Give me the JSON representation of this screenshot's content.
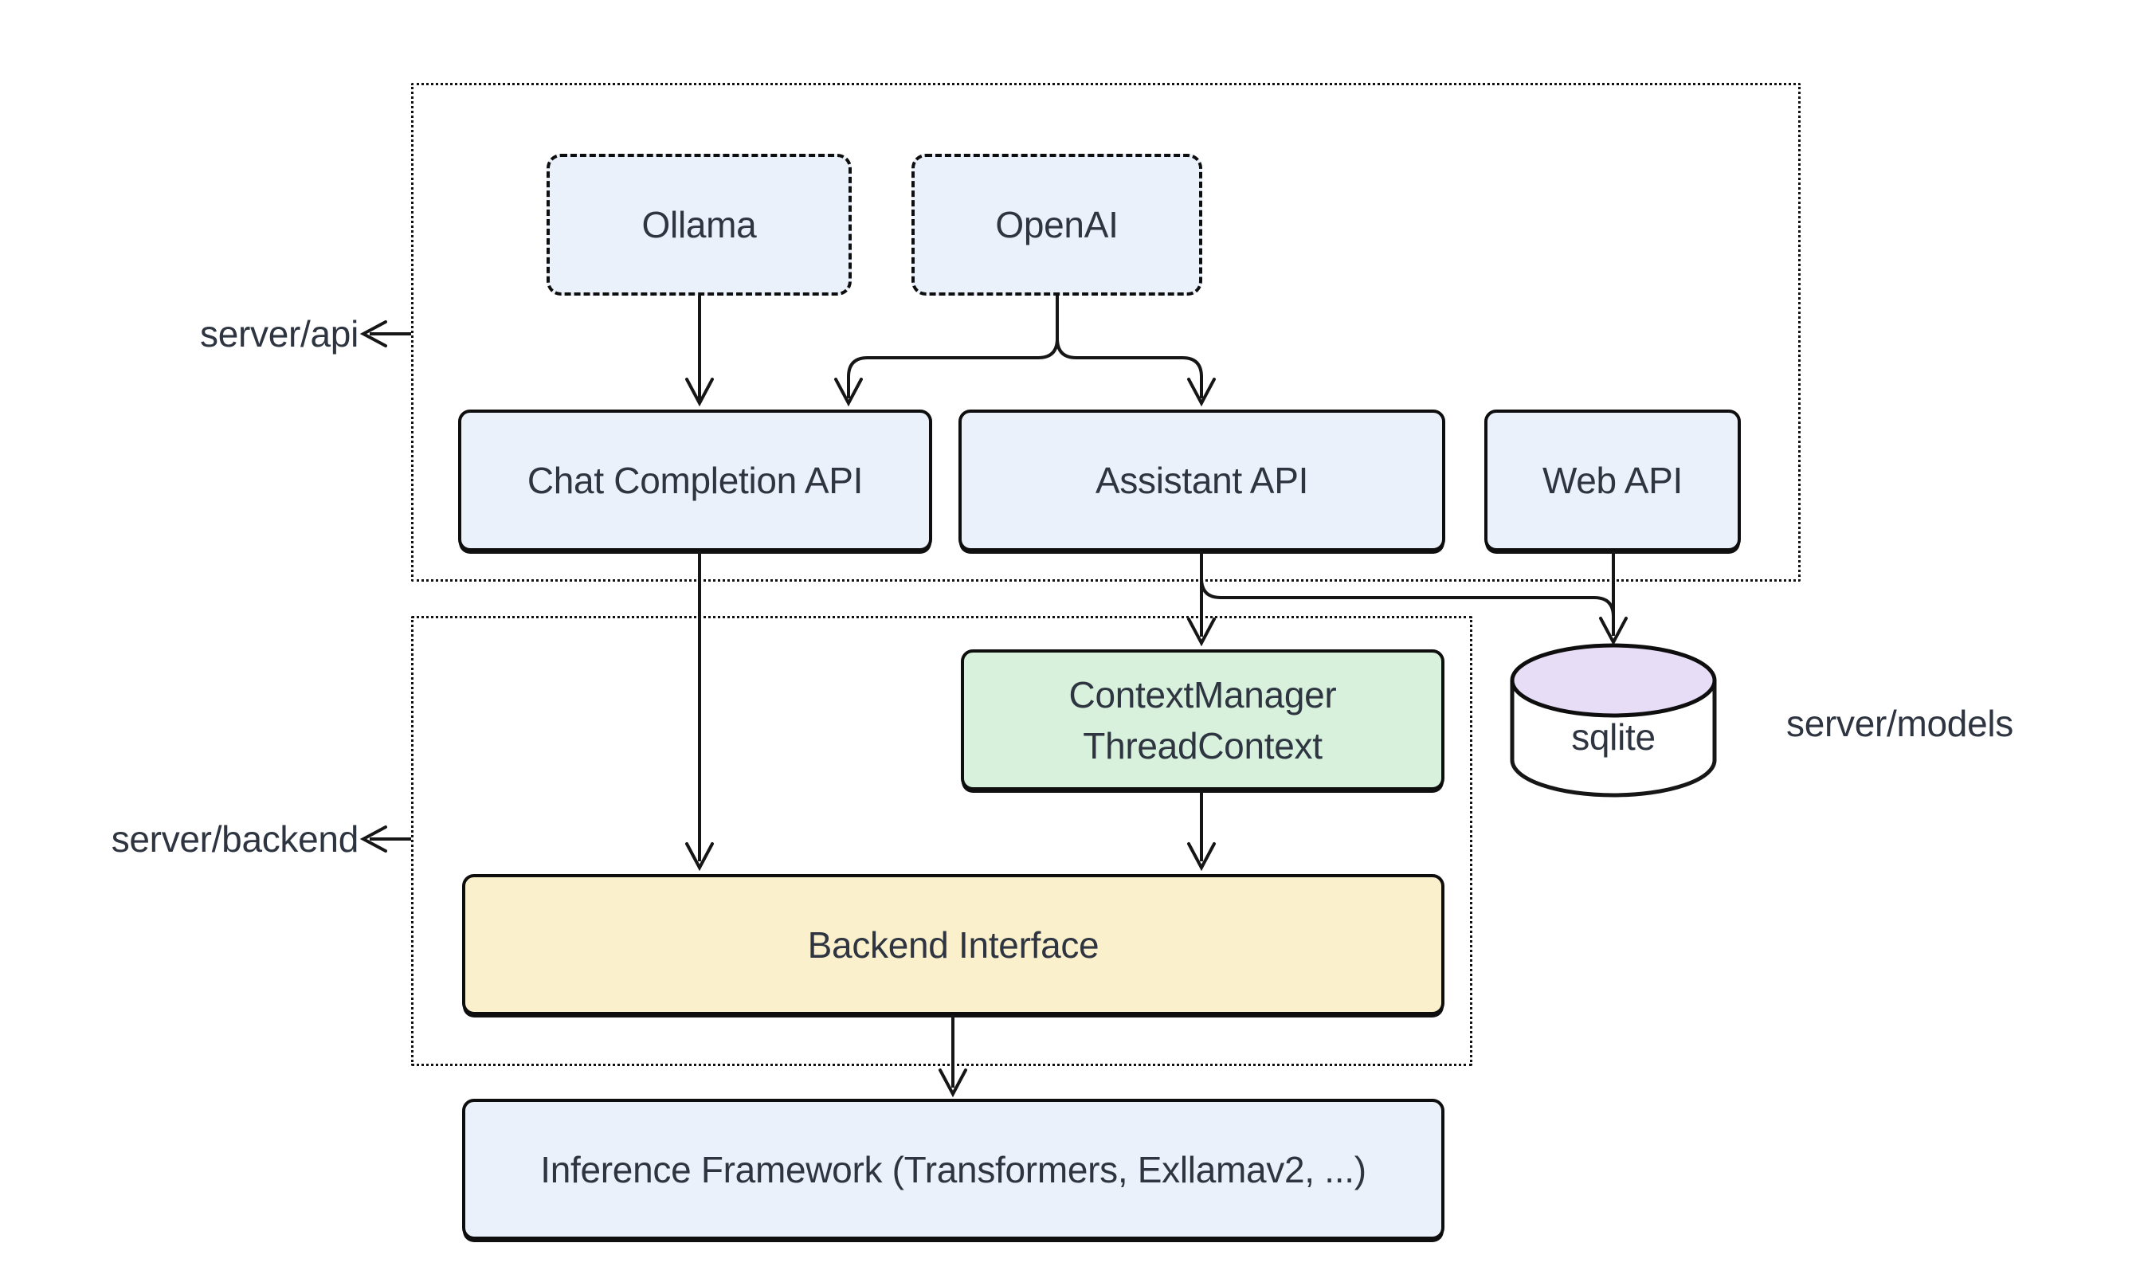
{
  "diagram": {
    "colors": {
      "background": "#FFFFFF",
      "node_blue": "#EBF1FB",
      "node_green": "#D8F1DD",
      "node_yellow": "#FAF0CC",
      "node_purple": "#E7DDF7",
      "border": "#0E0E0E",
      "wire": "#161616",
      "text": "#2E3540"
    },
    "group_labels": {
      "api": "server/api",
      "backend": "server/backend",
      "models": "server/models"
    },
    "nodes": {
      "ollama": {
        "label": "Ollama"
      },
      "openai": {
        "label": "OpenAI"
      },
      "chat_completion": {
        "label": "Chat Completion API"
      },
      "assistant": {
        "label": "Assistant API"
      },
      "web_api": {
        "label": "Web API"
      },
      "context_manager": {
        "line1": "ContextManager",
        "line2": "ThreadContext"
      },
      "sqlite": {
        "label": "sqlite"
      },
      "backend_interface": {
        "label": "Backend Interface"
      },
      "inference_framework": {
        "label": "Inference Framework (Transformers, Exllamav2, ...)"
      }
    }
  }
}
